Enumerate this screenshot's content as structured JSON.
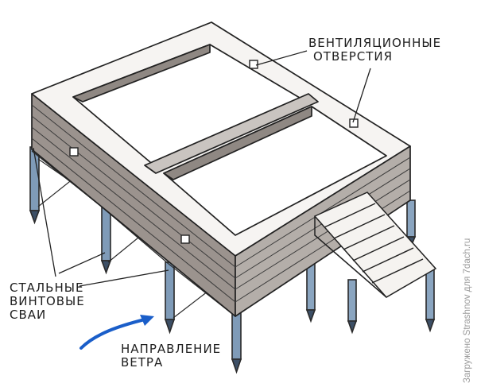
{
  "labels": {
    "vents": {
      "line1": "вентиляционные",
      "line2": "отверстия"
    },
    "piles": {
      "line1": "стальные",
      "line2": "винтовые",
      "line3": "сваи"
    },
    "wind": {
      "line1": "направление",
      "line2": "ветра"
    }
  },
  "watermark": "Загружено Strashnov для 7dach.ru",
  "colors": {
    "ink": "#222222",
    "wood_shade": "#7d7570",
    "steel": "#6f8fb0",
    "wind_arrow": "#1a5ec9"
  }
}
